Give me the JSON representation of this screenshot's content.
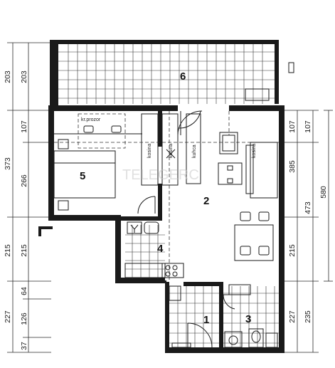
{
  "rooms": [
    {
      "id": "1",
      "number": "1"
    },
    {
      "id": "2",
      "number": "2"
    },
    {
      "id": "3",
      "number": "3"
    },
    {
      "id": "4",
      "number": "4"
    },
    {
      "id": "5",
      "number": "5"
    },
    {
      "id": "6",
      "number": "6"
    }
  ],
  "labels": {
    "window": "kr.prozor",
    "wardrobe1": "kosina",
    "wardrobe2": "kosina",
    "kitchen": "kuhca",
    "living": "kosina"
  },
  "watermark": "TELEGERC",
  "dimensions_left_outer": [
    "203",
    "373",
    "215",
    "227"
  ],
  "dimensions_left_inner": [
    "203",
    "107",
    "266",
    "215",
    "64",
    "126",
    "37"
  ],
  "dimensions_right_outer": [
    "580",
    "227"
  ],
  "dimensions_right_inner": [
    "107",
    "385",
    "473",
    "215",
    "235"
  ]
}
